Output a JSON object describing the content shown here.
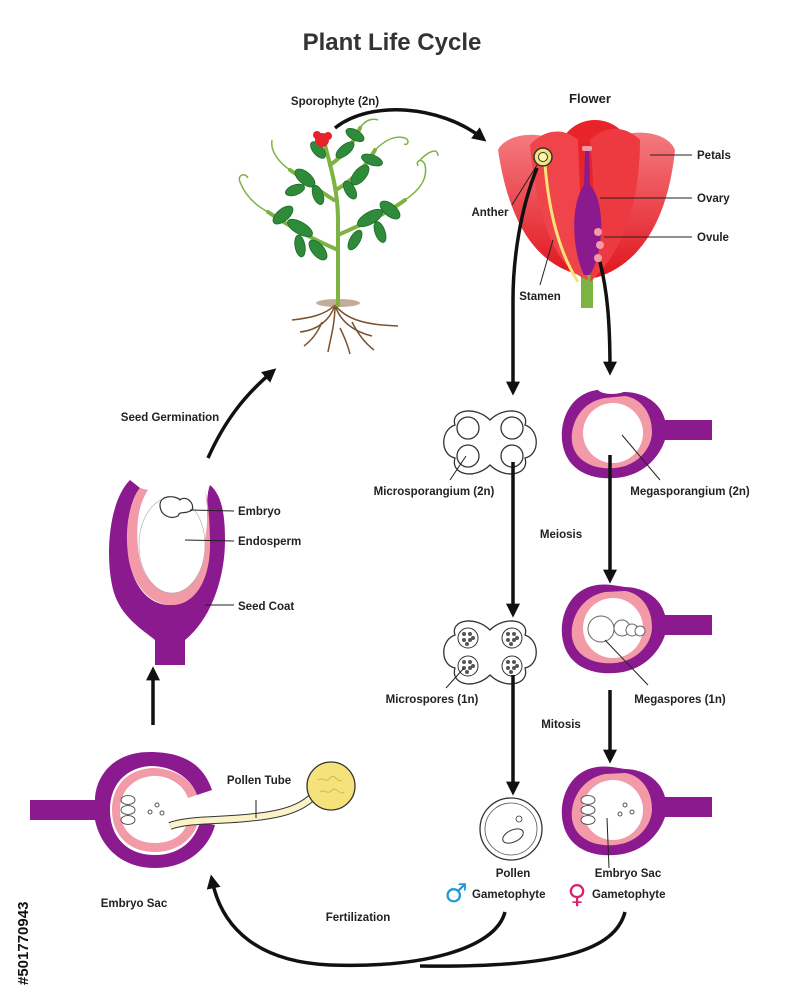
{
  "title": "Plant Life Cycle",
  "labels": {
    "sporophyte": "Sporophyte (2n)",
    "flower": "Flower",
    "petals": "Petals",
    "anther": "Anther",
    "ovary": "Ovary",
    "ovule": "Ovule",
    "stamen": "Stamen",
    "seed_germination": "Seed Germination",
    "embryo": "Embryo",
    "endosperm": "Endosperm",
    "seed_coat": "Seed Coat",
    "microsporangium": "Microsporangium (2n)",
    "megasporangium": "Megasporangium (2n)",
    "meiosis": "Meiosis",
    "microspores": "Microspores (1n)",
    "megaspores": "Megaspores (1n)",
    "mitosis": "Mitosis",
    "pollen_tube": "Pollen Tube",
    "embryo_sac_left": "Embryo Sac",
    "pollen": "Pollen",
    "male_gametophyte": "Gametophyte",
    "embryo_sac_right": "Embryo Sac",
    "female_gametophyte": "Gametophyte",
    "fertilization": "Fertilization"
  },
  "symbols": {
    "male": "♂",
    "female": "♀"
  },
  "stock_id": "#501770943",
  "colors": {
    "purple": "#8b1a8f",
    "pink": "#f29aa8",
    "red": "#e8232a",
    "leaf": "#2e8b3a",
    "stem": "#7cb342",
    "root": "#7a5230",
    "pollen": "#f6e27a",
    "male_symbol": "#1e9ad6",
    "female_symbol": "#d6246e"
  }
}
